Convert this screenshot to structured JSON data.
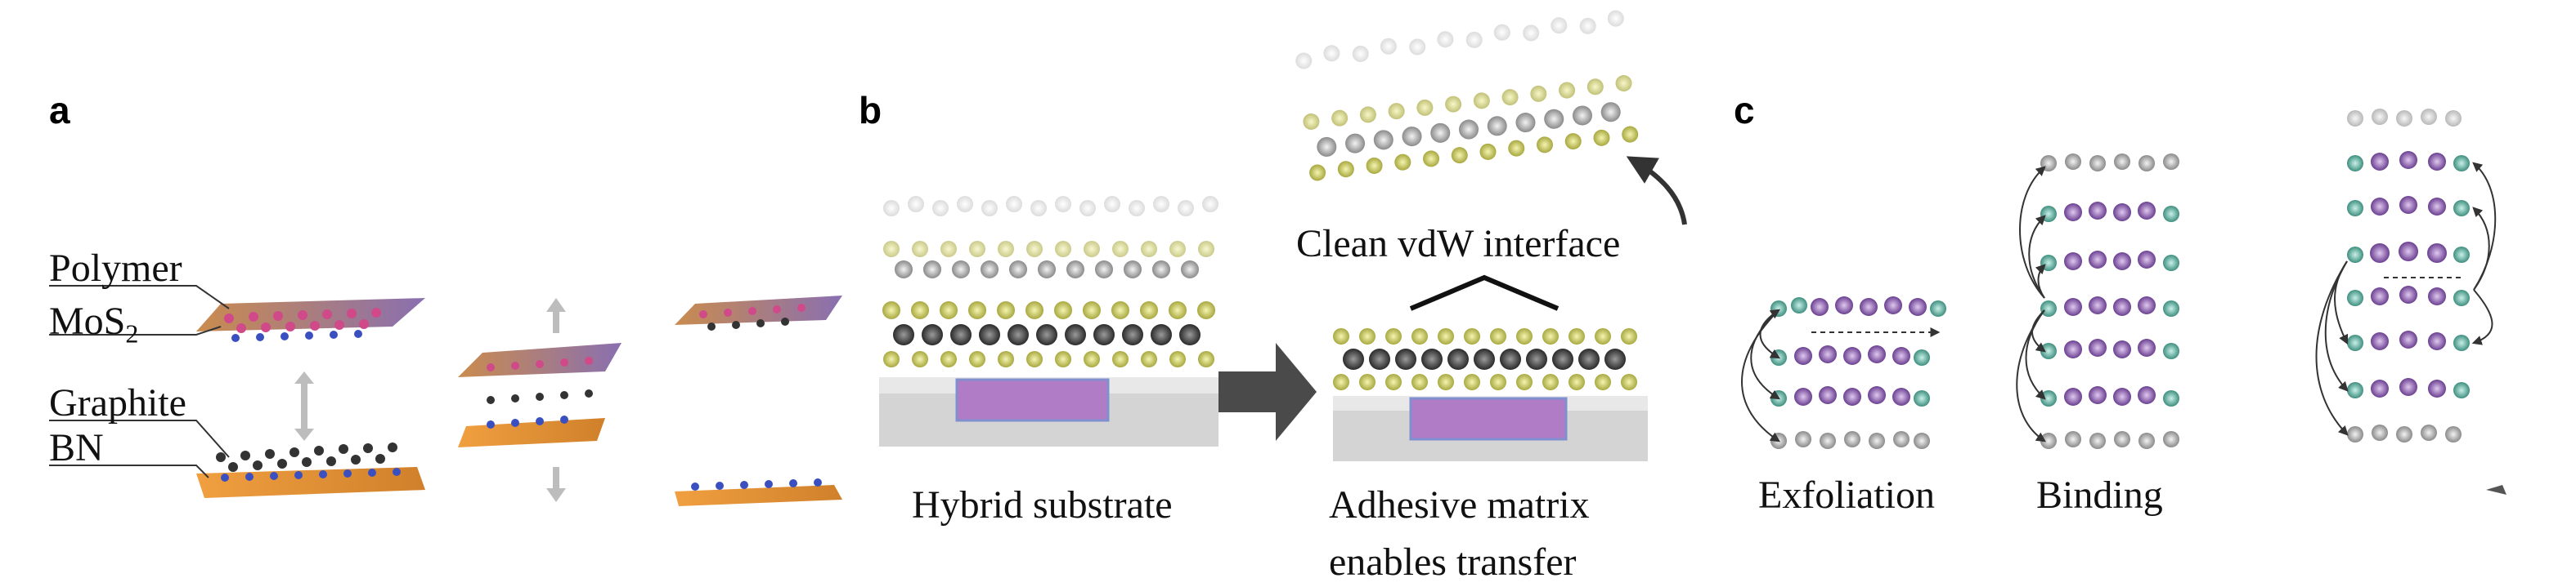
{
  "panels": {
    "a": {
      "letter": "a",
      "labels": {
        "polymer": "Polymer",
        "mos2_base": "MoS",
        "mos2_sub": "2",
        "graphite": "Graphite",
        "bn": "BN"
      }
    },
    "b": {
      "letter": "b",
      "labels": {
        "clean_interface": "Clean vdW interface",
        "hybrid_substrate": "Hybrid substrate",
        "adhesive_line1": "Adhesive matrix",
        "adhesive_line2": "enables transfer"
      }
    },
    "c": {
      "letter": "c",
      "labels": {
        "exfoliation": "Exfoliation",
        "binding": "Binding"
      }
    }
  },
  "colors": {
    "polymer": "#c9a04a",
    "mos2": "#d04a8a",
    "graphite": "#333333",
    "bn": "#3a4fc0",
    "substrate_gray": "#d4d4d4",
    "adhesive_purple": "#b07cc6",
    "sulfur_yellow": "#c8c860",
    "arrow_gray": "#555555",
    "atom_teal": "#5fb7a8",
    "atom_purple": "#8a5fb0",
    "atom_gray": "#a8a8a8"
  }
}
